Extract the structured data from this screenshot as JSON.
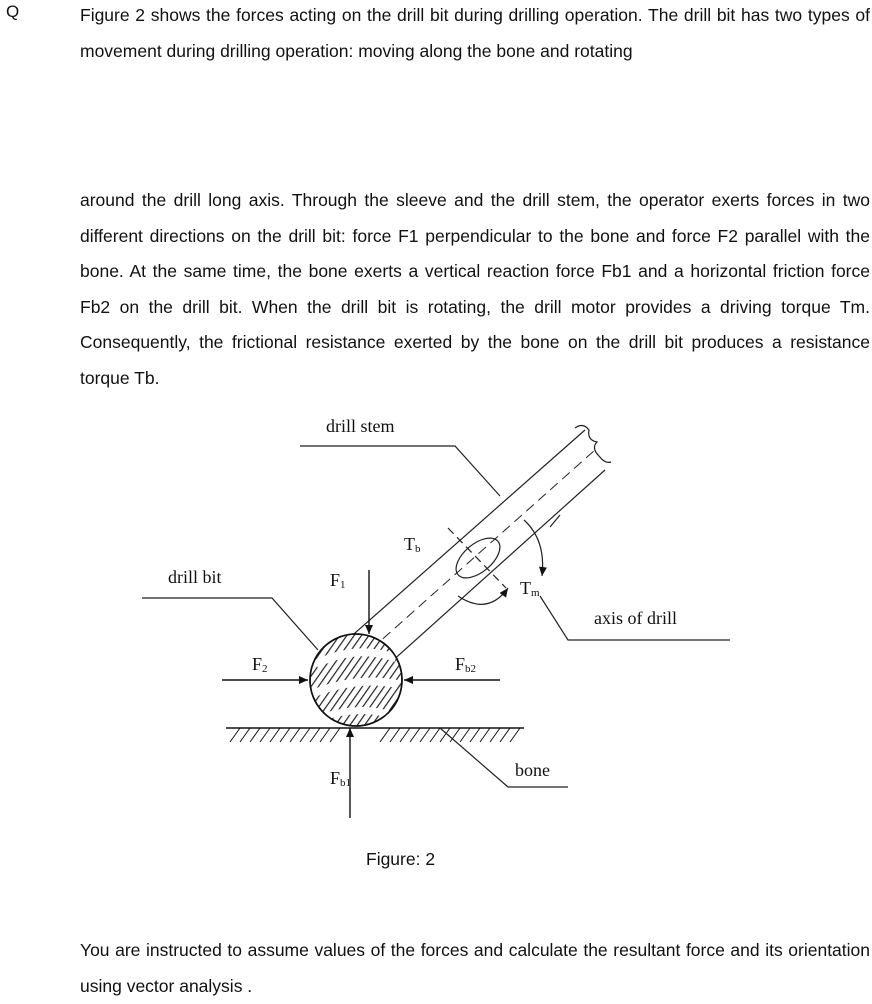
{
  "question_marker": "Q",
  "paragraphs": [
    "Figure 2 shows the forces acting on the drill bit during drilling operation. The drill bit has two types of movement during drilling operation: moving along the bone and rotating",
    "around the drill long axis. Through the sleeve and the drill stem, the operator exerts forces in two different directions on the drill bit: force F1 perpendicular to the bone and force F2 parallel with the bone. At the same time, the bone exerts a vertical reaction force Fb1 and a horizontal friction force Fb2 on the drill bit. When the drill bit is rotating, the drill motor provides a driving torque Tm. Consequently, the frictional resistance exerted by the bone on the drill bit produces a resistance torque Tb.",
    "You are instructed to assume values of the forces and calculate the  resultant force and its orientation using vector analysis ."
  ],
  "figure": {
    "caption": "Figure: 2",
    "labels": {
      "drill_stem": "drill stem",
      "drill_bit": "drill bit",
      "axis_of_drill": "axis of drill",
      "bone": "bone",
      "F1_main": "F",
      "F1_sub": "1",
      "F2_main": "F",
      "F2_sub": "2",
      "Fb1_main": "F",
      "Fb1_sub": "b1",
      "Fb2_main": "F",
      "Fb2_sub": "b2",
      "Tb_main": "T",
      "Tb_sub": "b",
      "Tm_main": "T",
      "Tm_sub": "m"
    }
  }
}
